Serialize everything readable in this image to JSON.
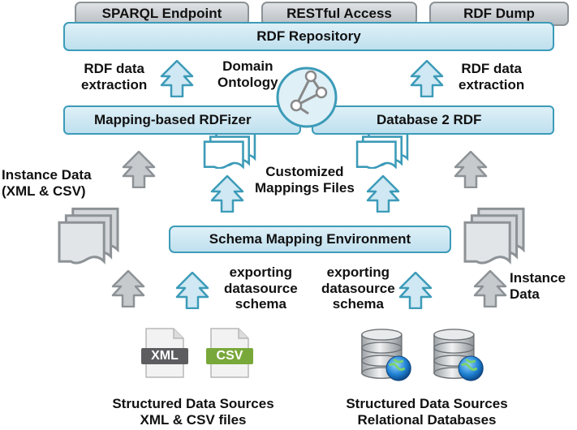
{
  "access_points": {
    "sparql": "SPARQL Endpoint",
    "rest": "RESTful Access",
    "dump": "RDF Dump"
  },
  "repository": "RDF Repository",
  "extraction_left": "RDF data\nextraction",
  "extraction_right": "RDF data\nextraction",
  "ontology": "Domain\nOntology",
  "mapping_rdfizer": "Mapping-based RDFizer",
  "db2rdf": "Database 2 RDF",
  "mappings_files": "Customized\nMappings Files",
  "instance_data_left": "Instance Data\n(XML & CSV)",
  "instance_data_right": "Instance\nData",
  "schema_env": "Schema Mapping Environment",
  "export_left": "exporting\ndatasource\nschema",
  "export_right": "exporting\ndatasource\nschema",
  "file_icons": {
    "xml": "XML",
    "csv": "CSV"
  },
  "sources_left": "Structured Data Sources\nXML & CSV files",
  "sources_right": "Structured Data Sources\nRelational Databases",
  "colors": {
    "blue_fill": "#cfe8f3",
    "blue_stroke": "#3c9bb8",
    "gray_fill": "#c9cdd0",
    "gray_stroke": "#8c9296"
  },
  "icons": [
    "upload-arrow-icon",
    "document-stack-icon",
    "ontology-graph-icon",
    "xml-file-icon",
    "csv-file-icon",
    "database-globe-icon"
  ]
}
